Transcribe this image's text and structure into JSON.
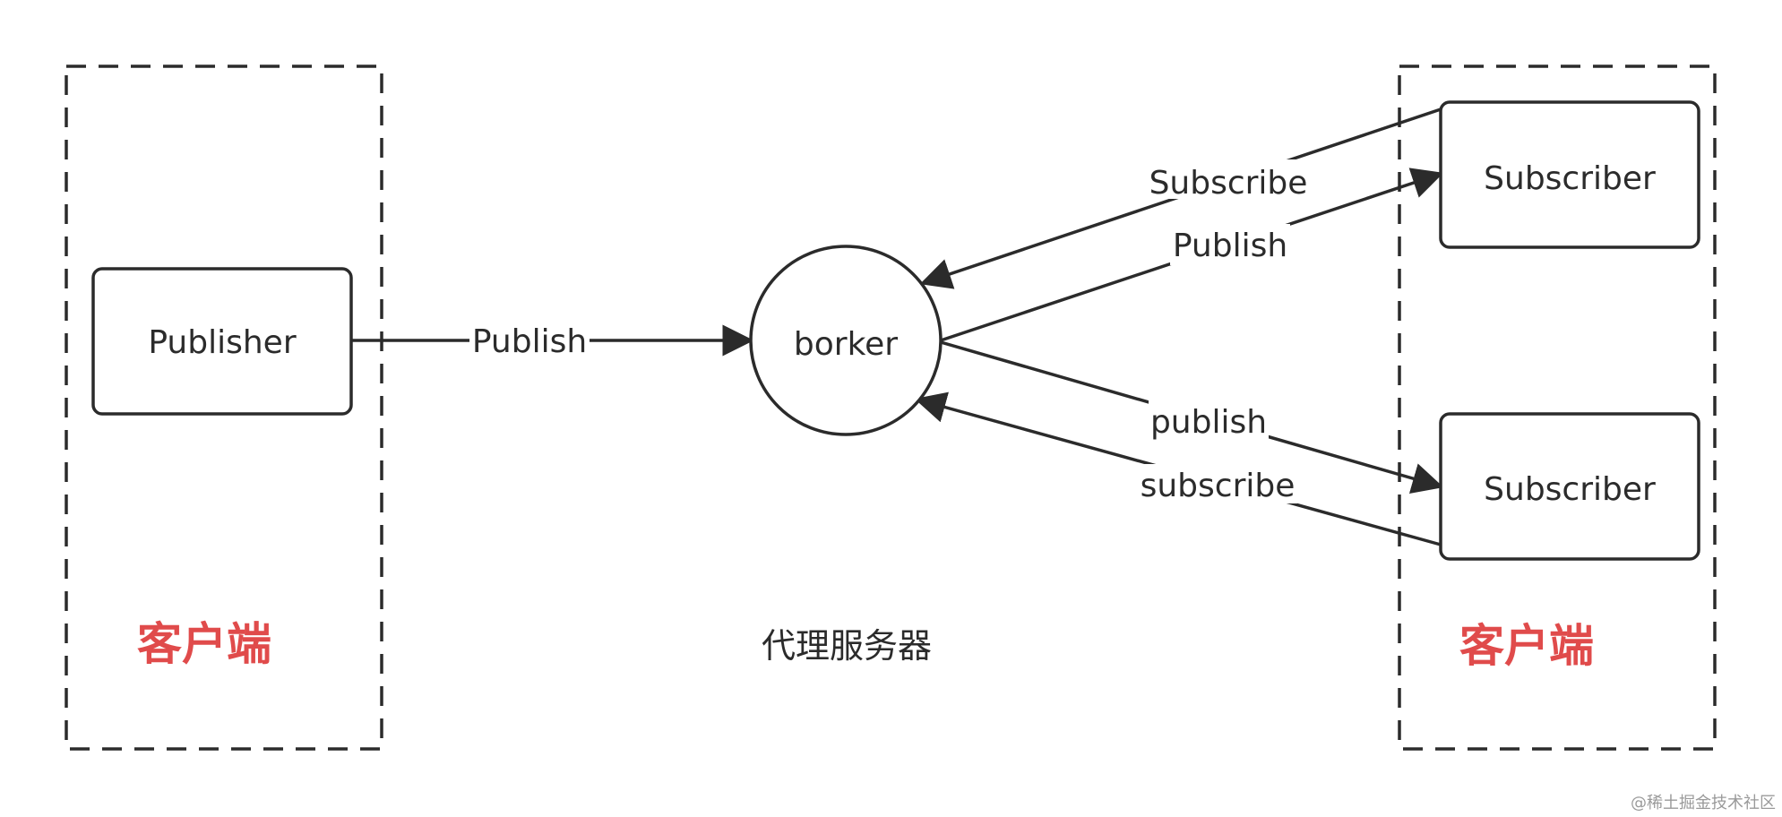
{
  "diagram": {
    "left_group_label": "客户端",
    "right_group_label": "客户端",
    "center_label": "代理服务器",
    "accent_color": "#e04b4b",
    "nodes": {
      "publisher": "Publisher",
      "broker": "borker",
      "subscriber_top": "Subscriber",
      "subscriber_bottom": "Subscriber"
    },
    "edges": {
      "publisher_to_broker": "Publish",
      "subscriber_top_to_broker": "Subscribe",
      "broker_to_subscriber_top": "Publish",
      "broker_to_subscriber_bottom": "publish",
      "subscriber_bottom_to_broker": "subscribe"
    }
  },
  "watermark": "@稀土掘金技术社区"
}
